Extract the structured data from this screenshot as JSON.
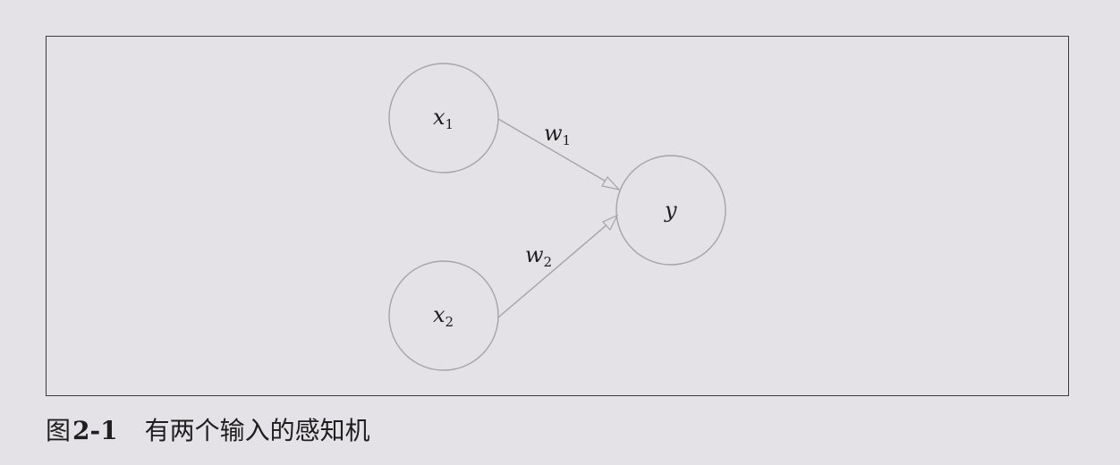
{
  "diagram": {
    "nodes": [
      {
        "id": "x1",
        "main": "x",
        "sub": "1"
      },
      {
        "id": "x2",
        "main": "x",
        "sub": "2"
      },
      {
        "id": "y",
        "main": "y",
        "sub": ""
      }
    ],
    "edges": [
      {
        "from": "x1",
        "to": "y",
        "weight_main": "w",
        "weight_sub": "1"
      },
      {
        "from": "x2",
        "to": "y",
        "weight_main": "w",
        "weight_sub": "2"
      }
    ],
    "colors": {
      "background": "#e5e2e7",
      "stroke": "#a5a3a8",
      "frame": "#3c3c3c",
      "text": "#1e1e1e"
    }
  },
  "caption": {
    "prefix": "图",
    "number": "2-1",
    "title": "有两个输入的感知机"
  }
}
